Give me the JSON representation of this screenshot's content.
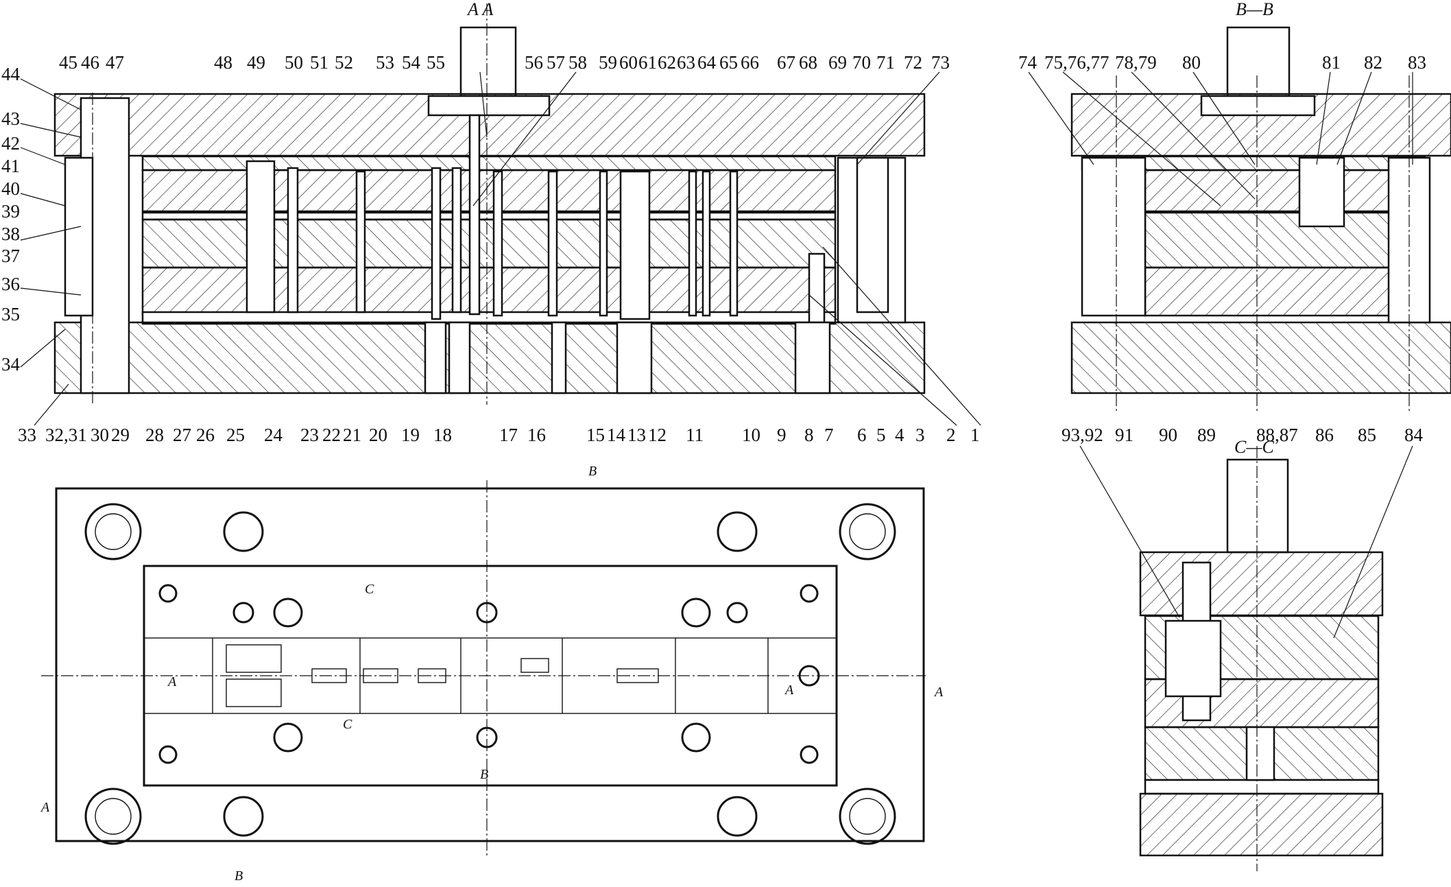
{
  "section_titles": {
    "aa": "A  A",
    "bb": "B—B",
    "cc": "C—C"
  },
  "main_top_labels": [
    "44",
    "45",
    "46",
    "47",
    "48",
    "49",
    "50",
    "51",
    "52",
    "53",
    "54",
    "55",
    "56",
    "57",
    "58",
    "59",
    "60",
    "61",
    "62",
    "63",
    "64",
    "65",
    "66",
    "67",
    "68",
    "69",
    "70",
    "71",
    "72",
    "73"
  ],
  "main_left_labels": [
    "43",
    "42",
    "41",
    "40",
    "39",
    "38",
    "37",
    "36",
    "35",
    "34"
  ],
  "main_bottom_labels": [
    "33",
    "32,31",
    "30",
    "29",
    "28",
    "27",
    "26",
    "25",
    "24",
    "23",
    "22",
    "21",
    "20",
    "19",
    "18",
    "17",
    "16",
    "15",
    "14",
    "13",
    "12",
    "11",
    "10",
    "9",
    "8",
    "7",
    "6",
    "5",
    "4",
    "3",
    "2",
    "1"
  ],
  "bb_top_labels": [
    "74",
    "75,76,77",
    "78,79",
    "80",
    "81",
    "82",
    "83"
  ],
  "bb_bottom_labels": [
    "93,92",
    "91",
    "90",
    "89",
    "88,87",
    "86",
    "85",
    "84"
  ],
  "plan_marks": {
    "A": "A",
    "B": "B",
    "C": "C"
  }
}
